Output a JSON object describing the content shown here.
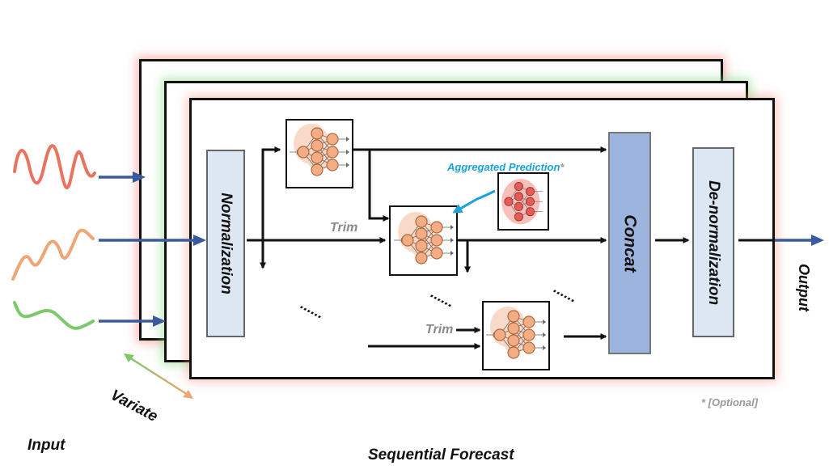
{
  "blocks": {
    "normalization": "Normalization",
    "concat": "Concat",
    "denormalization": "De-normalization"
  },
  "labels": {
    "aggregated_prediction": "Aggregated Prediction",
    "aggregated_asterisk": "*",
    "trim_1": "Trim",
    "trim_2": "Trim",
    "optional_note": "* [Optional]",
    "output": "Output",
    "variate": "Variate",
    "input": "Input",
    "sequential_forecast": "Sequential Forecast",
    "ellipsis_1": "......",
    "ellipsis_2": "......",
    "ellipsis_3": "......"
  },
  "colors": {
    "arrow_blue": "#3a5a9f",
    "aggregated_blue": "#1aa3d8",
    "signal_red": "#e8735f",
    "signal_orange": "#f0a574",
    "signal_green": "#7cc96a",
    "trim_gray": "#8a8a8a",
    "concat_fill": "#9db4de",
    "norm_fill": "#dce7f3"
  }
}
